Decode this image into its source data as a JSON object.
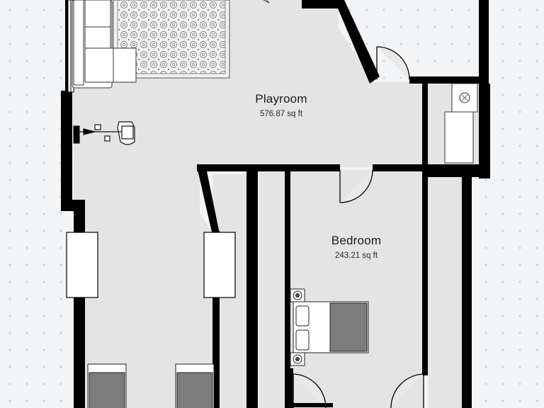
{
  "floorplan": {
    "rooms": [
      {
        "name": "Playroom",
        "area": "576.87 sq ft"
      },
      {
        "name": "Bedroom",
        "area": "243.21 sq ft"
      }
    ]
  },
  "colors": {
    "wall": "#000000",
    "floor": "#e4e4e4",
    "grid_dot": "#b9d3ea",
    "furniture": "#ffffff",
    "mattress": "#7c7c7c"
  }
}
